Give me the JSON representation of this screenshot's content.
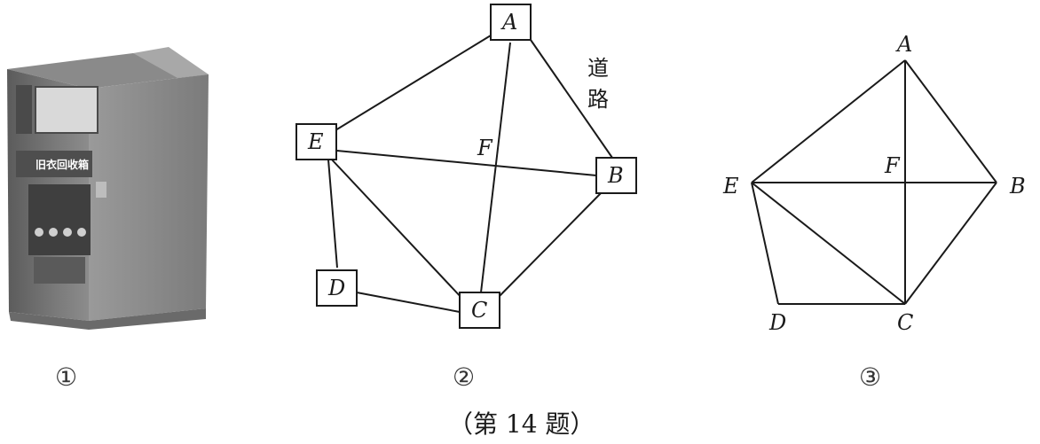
{
  "figure1": {
    "subject": "旧衣回收箱",
    "bin_label": "旧衣回收箱",
    "number": "①"
  },
  "figure2": {
    "road_label_1": "道",
    "road_label_2": "路",
    "points": [
      "A",
      "B",
      "C",
      "D",
      "E",
      "F"
    ],
    "number": "②"
  },
  "figure3": {
    "points": [
      "A",
      "B",
      "C",
      "D",
      "E",
      "F"
    ],
    "number": "③"
  },
  "caption": "（第 14 题）"
}
